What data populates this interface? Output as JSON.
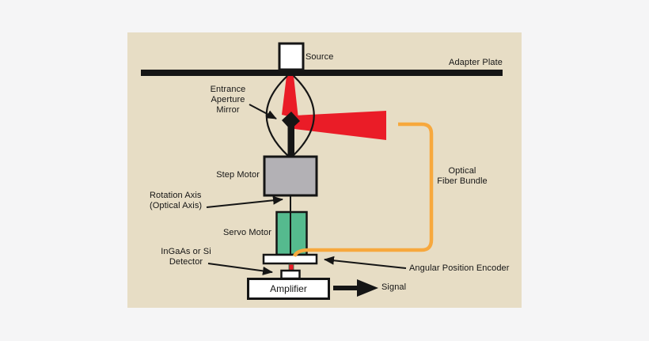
{
  "diagram_type": "optical-measurement-system-schematic",
  "colors": {
    "background": "#f5f5f6",
    "panel": "#e7ddc5",
    "ink": "#151515",
    "beam_red": "#ea1c27",
    "fiber_orange": "#f7a83d",
    "servo_green": "#55ba8e",
    "motor_gray": "#b3b1b5",
    "box_white": "#ffffff"
  },
  "labels": {
    "source": "Source",
    "adapter_plate": "Adapter Plate",
    "entrance_aperture_mirror": "Entrance\nAperture\nMirror",
    "step_motor": "Step Motor",
    "rotation_axis": "Rotation Axis\n(Optical Axis)",
    "servo_motor": "Servo Motor",
    "optical_fiber_bundle": "Optical\nFiber Bundle",
    "detector": "InGaAs or Si\nDetector",
    "angular_position_encoder": "Angular Position Encoder",
    "amplifier": "Amplifier",
    "signal": "Signal"
  }
}
